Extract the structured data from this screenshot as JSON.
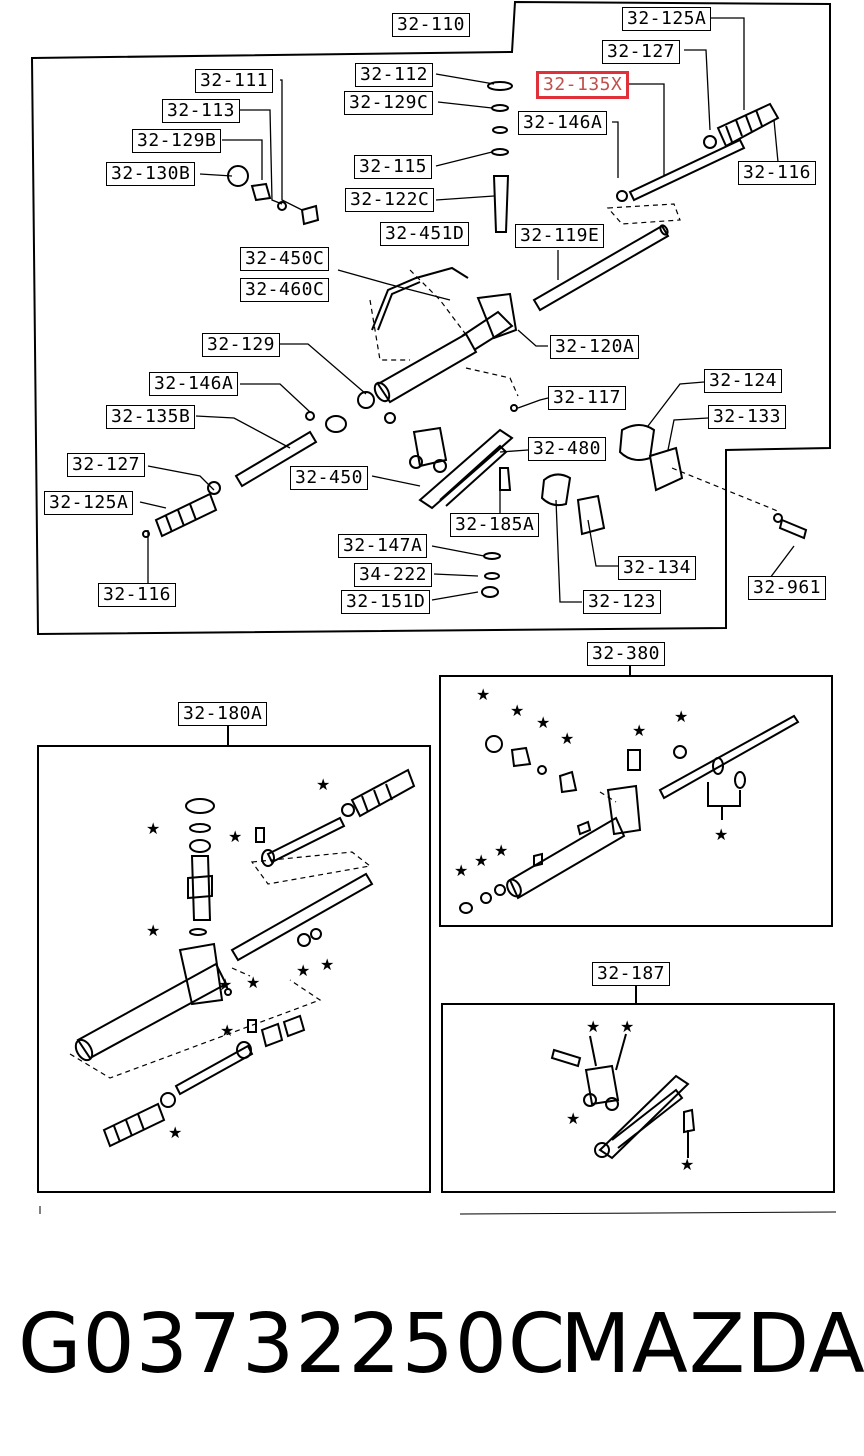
{
  "labels": {
    "l32_110": "32-110",
    "l32_125A_top": "32-125A",
    "l32_127_top": "32-127",
    "l32_135X": "32-135X",
    "l32_116_top": "32-116",
    "l32_146A_top": "32-146A",
    "l32_111": "32-111",
    "l32_112": "32-112",
    "l32_113": "32-113",
    "l32_129C": "32-129C",
    "l32_129B": "32-129B",
    "l32_130B": "32-130B",
    "l32_115": "32-115",
    "l32_122C": "32-122C",
    "l32_451D": "32-451D",
    "l32_119E": "32-119E",
    "l32_450C": "32-450C",
    "l32_460C": "32-460C",
    "l32_120A": "32-120A",
    "l32_129": "32-129",
    "l32_146A_left": "32-146A",
    "l32_117": "32-117",
    "l32_124": "32-124",
    "l32_135B": "32-135B",
    "l32_133": "32-133",
    "l32_480": "32-480",
    "l32_127_left": "32-127",
    "l32_450": "32-450",
    "l32_125A_left": "32-125A",
    "l32_185A": "32-185A",
    "l32_147A": "32-147A",
    "l34_222": "34-222",
    "l32_134": "32-134",
    "l32_961": "32-961",
    "l32_151D": "32-151D",
    "l32_116_left": "32-116",
    "l32_123": "32-123",
    "l32_380": "32-380",
    "l32_180A": "32-180A",
    "l32_187": "32-187"
  },
  "highlight_color": "#e0303a",
  "footer": {
    "part_number": "G03732250C",
    "brand": "MAZDA"
  }
}
